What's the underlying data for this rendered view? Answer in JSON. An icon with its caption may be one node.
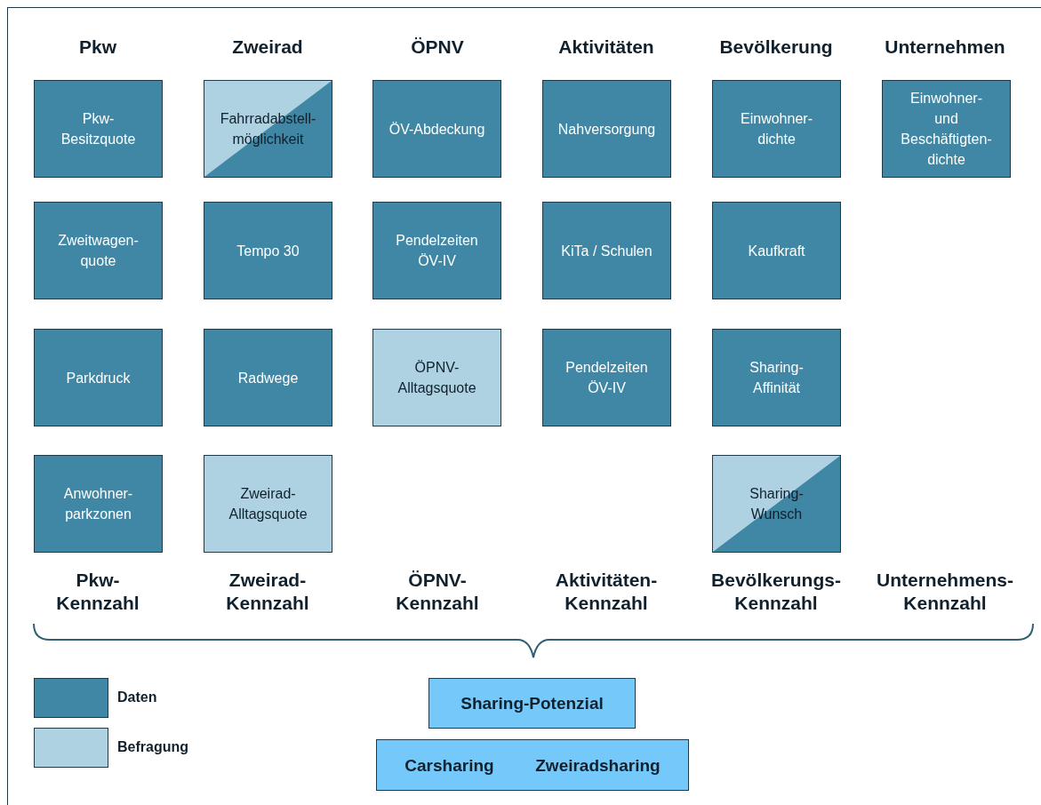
{
  "diagram": {
    "nodes": [
      {
        "text": [
          "Pkw- Besitzquote"
        ]
      },
      {
        "text": [
          "Fahrradabstell- möglichkeit"
        ]
      },
      {
        "text": [
          "ÖV-Abdeckung"
        ]
      },
      {
        "text": [
          "Nahversorgung"
        ]
      },
      {
        "text": [
          "Einwohner- dichte"
        ]
      },
      {
        "text": [
          "Einwohner- und Beschäftigten- dichte"
        ]
      },
      {
        "text": [
          "Zweitwagen- quote"
        ]
      },
      {
        "text": [
          "Tempo 30"
        ]
      },
      {
        "text": [
          "Pendelzeiten ÖV-IV"
        ]
      },
      {
        "text": [
          "KiTa / Schulen"
        ]
      },
      {
        "text": [
          "Kaufkraft"
        ]
      },
      {
        "text": [
          "Parkdruck"
        ]
      },
      {
        "text": [
          "Radwege"
        ]
      },
      {
        "text": [
          "ÖPNV- Alltagsquote"
        ]
      },
      {
        "text": [
          "Pendelzeiten ÖV-IV"
        ]
      },
      {
        "text": [
          "Sharing- Affinität"
        ]
      },
      {
        "text": [
          "Anwohner- parkzonen"
        ]
      },
      {
        "text": [
          "Zweirad- Alltagsquote"
        ]
      },
      {
        "text": [
          "Sharing- Wunsch"
        ]
      },
      {
        "text": [
          "Sharing-Potenzial"
        ]
      },
      {
        "text": [
          "Carsharing",
          "Zweiradsharing"
        ]
      }
    ],
    "labels": [
      "Pkw",
      "Zweirad",
      "ÖPNV",
      "Aktivitäten",
      "Bevölkerung",
      "Unternehmen",
      "Pkw- Kennzahl",
      "Zweirad- Kennzahl",
      "ÖPNV- Kennzahl",
      "Aktivitäten- Kennzahl",
      "Bevölkerungs- Kennzahl",
      "Unternehmens- Kennzahl"
    ],
    "legend": [
      {
        "text": "Daten",
        "color": "#3f87a5"
      },
      {
        "text": "Befragung",
        "color": "#aed2e2"
      }
    ]
  }
}
